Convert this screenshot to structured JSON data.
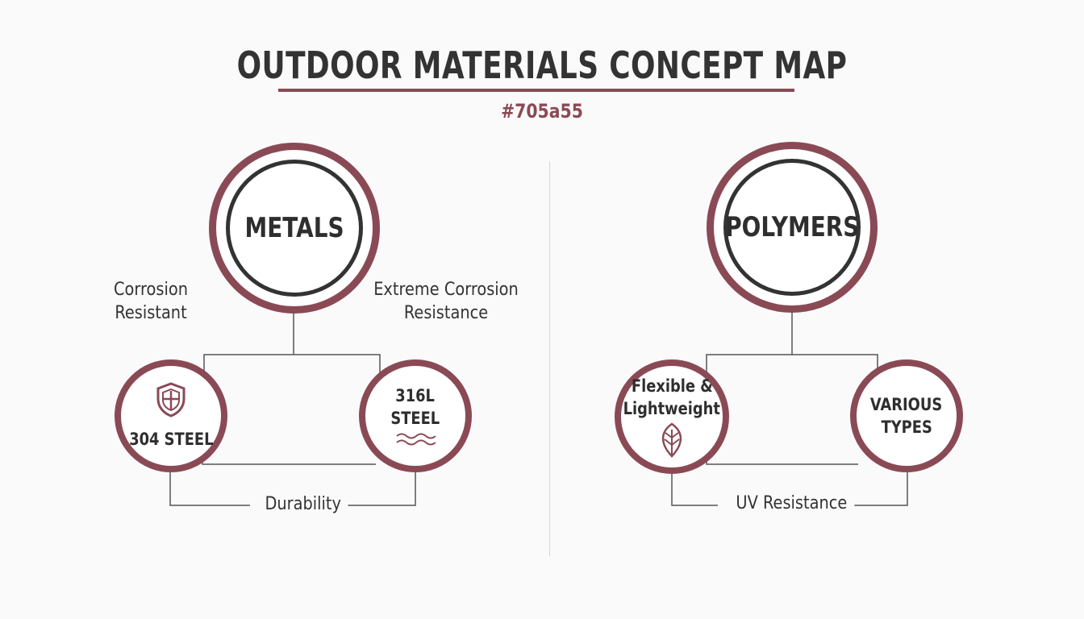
{
  "title": "OUTDOOR MATERIALS CONCEPT MAP",
  "subtitle": "#705a55",
  "colors": {
    "accent": "#8a4a55",
    "ring": "#333333",
    "line": "#555555"
  },
  "metals": {
    "label": "METALS",
    "edge_left": [
      "Corrosion",
      "Resistant"
    ],
    "edge_right": [
      "Extreme Corrosion",
      "Resistance"
    ],
    "child_left": {
      "lines": [
        "304 STEEL"
      ],
      "icon": "shield-icon"
    },
    "child_right": {
      "lines": [
        "316L",
        "STEEL"
      ],
      "icon": "waves-icon"
    },
    "bottom": "Durability"
  },
  "polymers": {
    "label": "POLYMERS",
    "child_left": {
      "lines": [
        "Flexible &",
        "Lightweight"
      ],
      "icon": "leaf-icon"
    },
    "child_right": {
      "lines": [
        "VARIOUS",
        "TYPES"
      ]
    },
    "bottom": "UV Resistance"
  }
}
